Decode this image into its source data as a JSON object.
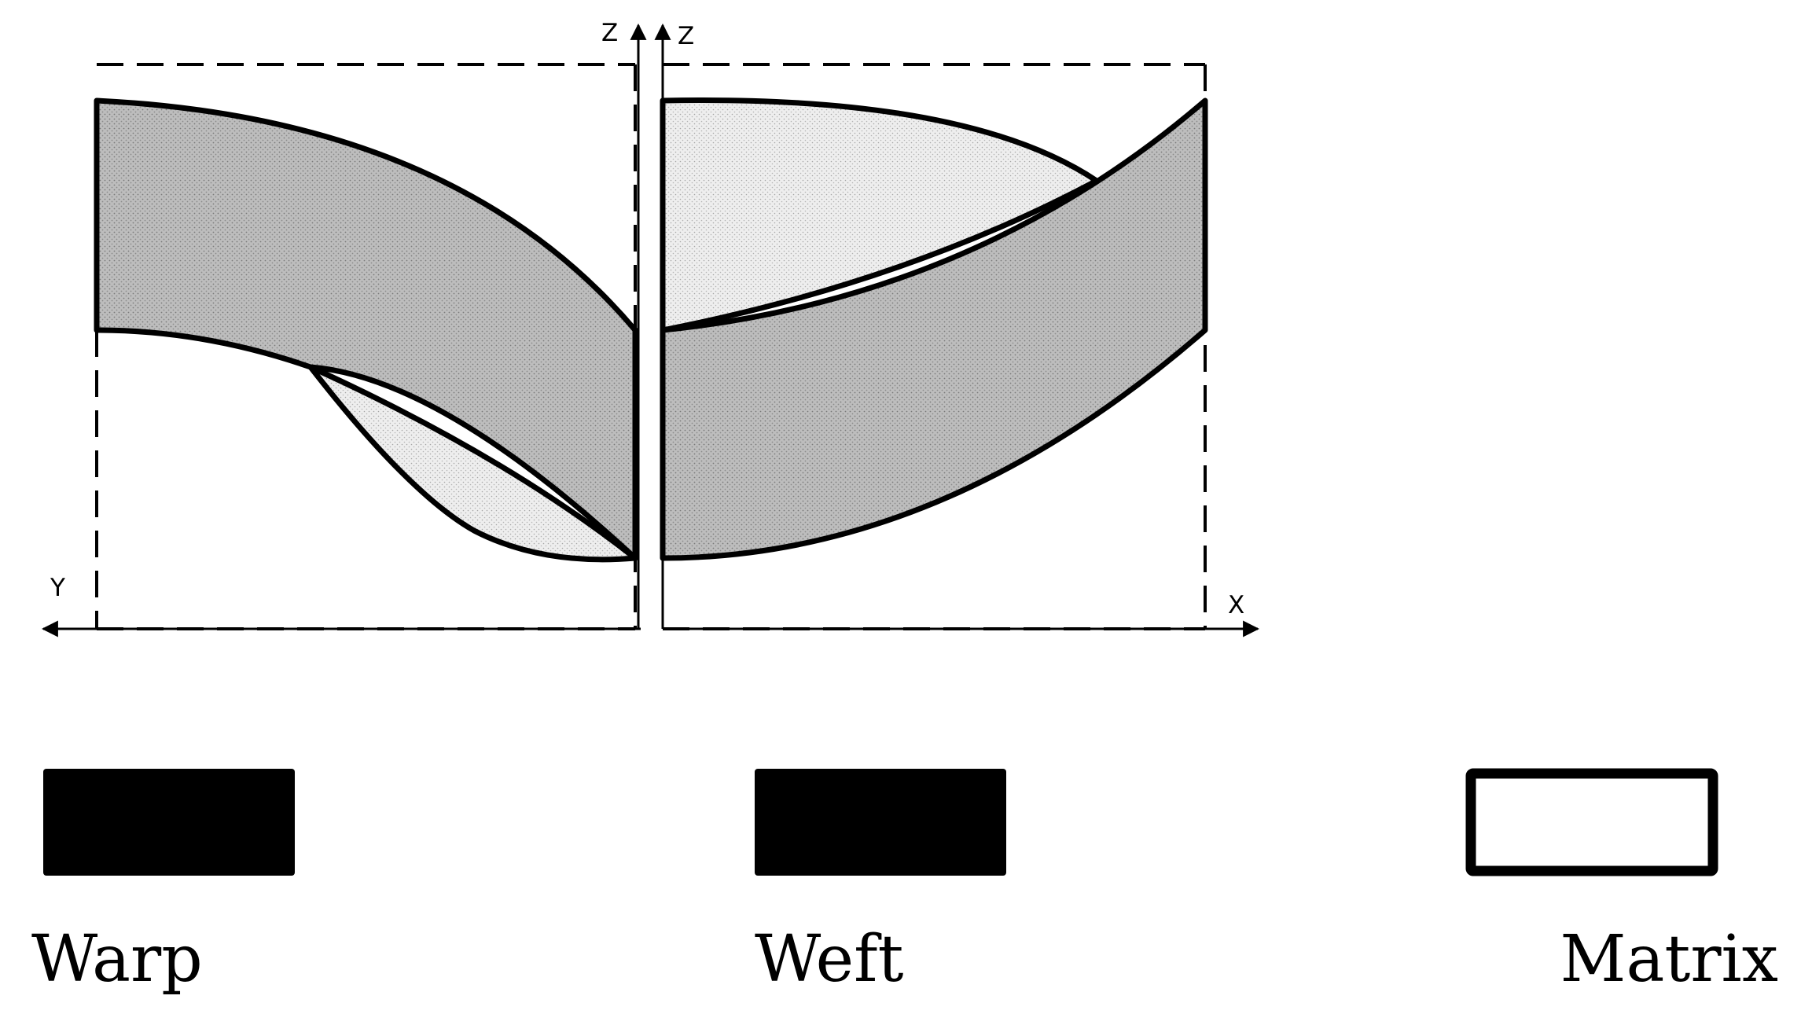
{
  "axes": {
    "left": {
      "horizontal_label": "Y",
      "vertical_label": "Z"
    },
    "right": {
      "horizontal_label": "X",
      "vertical_label": "Z"
    }
  },
  "legend": {
    "items": [
      {
        "label": "Warp",
        "swatch": "filled",
        "color": "#000000"
      },
      {
        "label": "Weft",
        "swatch": "filled",
        "color": "#000000"
      },
      {
        "label": "Matrix",
        "swatch": "outline",
        "color": "#000000"
      }
    ]
  },
  "colors": {
    "tow_fill": "#b9b9b9",
    "inner_fill": "#e3e3e3",
    "line": "#000000"
  }
}
